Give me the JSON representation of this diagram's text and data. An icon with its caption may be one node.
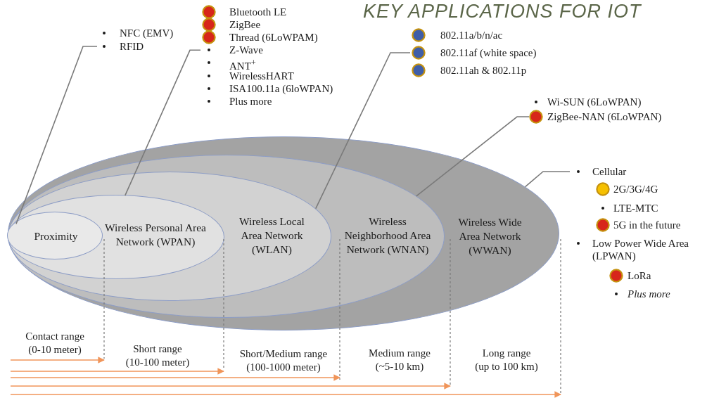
{
  "diagram": {
    "title": "KEY APPLICATIONS FOR IOT",
    "nodes": [
      {
        "text": [
          "NFC (EMV)",
          "RFID"
        ]
      },
      {
        "text": [
          "Bluetooth LE",
          "ZigBee",
          "Thread (6LoWPAM)",
          "Z-Wave",
          "ANT$^{+}$",
          "WirelessHART",
          "ISA100.11a (6loWPAN)",
          "Plus more"
        ]
      },
      {
        "text": [
          "802.11a/b/n/ac",
          "802.11af (white space)",
          "802.11ah & 802.11p"
        ]
      },
      {
        "text": [
          "Wi-SUN (6LoWPAN)",
          "ZigBee-NAN (6LoWPAN)"
        ]
      },
      {
        "text": [
          "Cellular",
          "2G/3G/4G",
          "LTE-MTC",
          "5G in the future",
          "Low Power Wide Area (LPWAN)",
          "LoRa",
          "Plus more"
        ]
      },
      {
        "text": [
          "Wireless Wide Area Network (WWAN)"
        ]
      },
      {
        "text": [
          "Wireless Neighborhood Area Network (WNAN)"
        ],
        "in": 5
      },
      {
        "text": [
          "Wireless Local Area Network (WLAN)"
        ],
        "in": 6
      },
      {
        "text": [
          "Wireless Personal Area Network (WPAN)"
        ],
        "in": 7
      },
      {
        "text": [
          "Proximity"
        ],
        "in": 8
      }
    ],
    "edges": [
      {
        "from": 0,
        "to": 9,
        "arrow": "none"
      },
      {
        "from": 1,
        "to": 8,
        "arrow": "none"
      },
      {
        "from": 2,
        "to": 7,
        "arrow": "none"
      },
      {
        "from": 3,
        "to": 6,
        "arrow": "none"
      },
      {
        "from": 4,
        "to": 5,
        "arrow": "none"
      }
    ],
    "labels": [
      "Contact range (0-10 meter)",
      "Short range (10-100 meter)",
      "Short/Medium range (100-1000 meter)",
      "Medium range (~5-10 km)",
      "Long range (up to 100 km)"
    ]
  }
}
